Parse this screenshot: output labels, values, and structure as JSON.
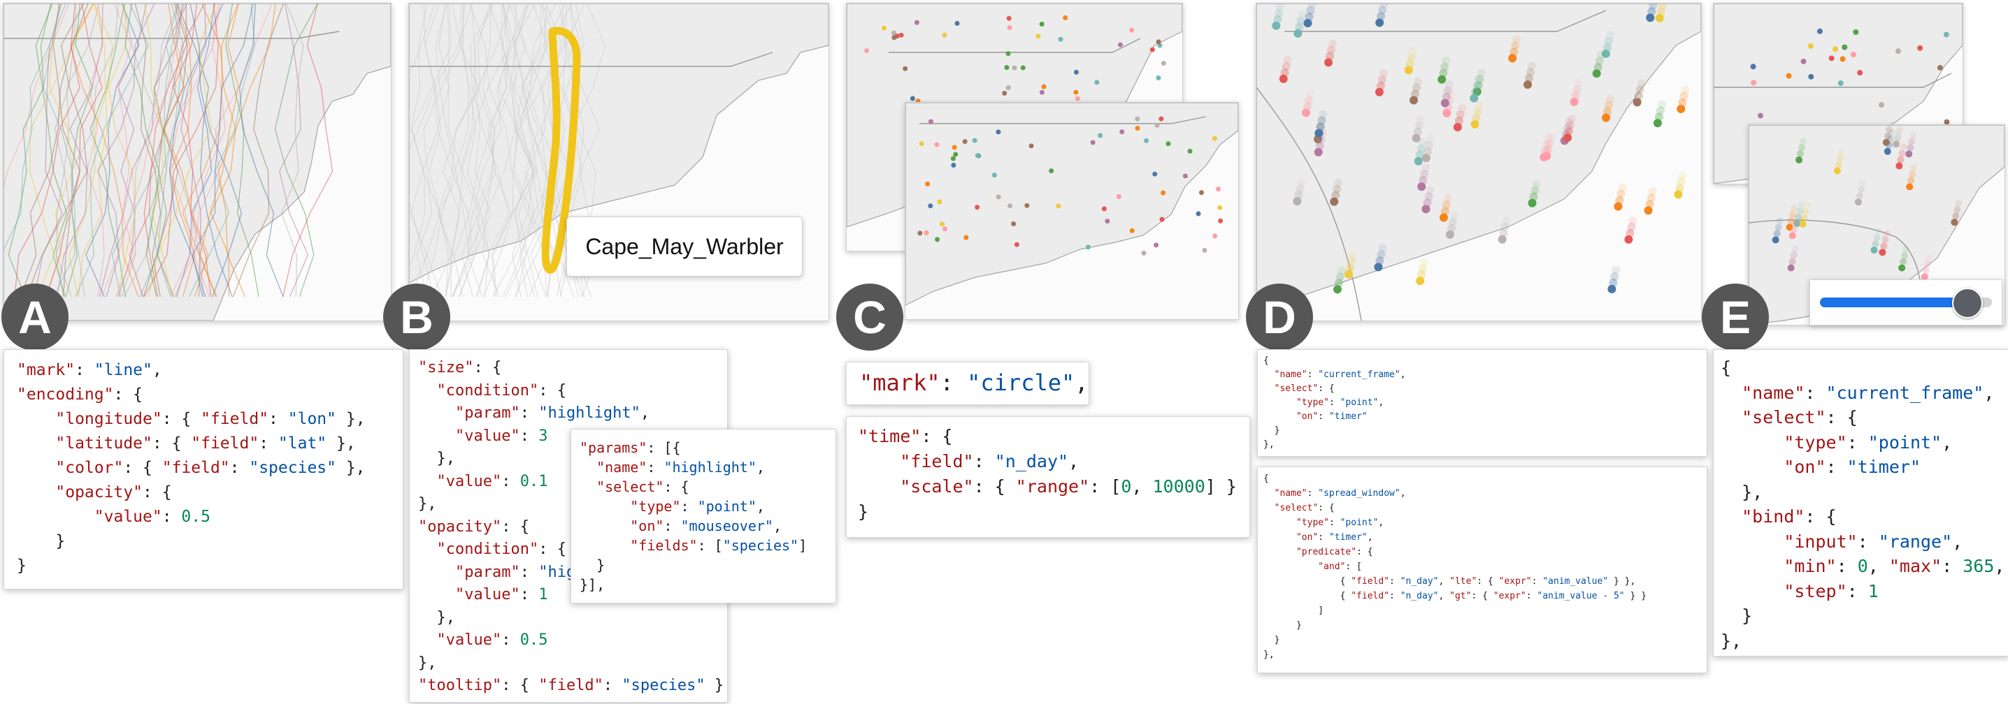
{
  "panels": {
    "A": {
      "badge": "A",
      "code": [
        [
          [
            "k",
            "\"mark\""
          ],
          [
            "p",
            ": "
          ],
          [
            "s",
            "\"line\""
          ],
          [
            "p",
            ","
          ]
        ],
        [
          [
            "k",
            "\"encoding\""
          ],
          [
            "p",
            ": {"
          ]
        ],
        [
          [
            "p",
            "    "
          ],
          [
            "k",
            "\"longitude\""
          ],
          [
            "p",
            ": { "
          ],
          [
            "k",
            "\"field\""
          ],
          [
            "p",
            ": "
          ],
          [
            "s",
            "\"lon\""
          ],
          [
            "p",
            " },"
          ]
        ],
        [
          [
            "p",
            "    "
          ],
          [
            "k",
            "\"latitude\""
          ],
          [
            "p",
            ": { "
          ],
          [
            "k",
            "\"field\""
          ],
          [
            "p",
            ": "
          ],
          [
            "s",
            "\"lat\""
          ],
          [
            "p",
            " },"
          ]
        ],
        [
          [
            "p",
            "    "
          ],
          [
            "k",
            "\"color\""
          ],
          [
            "p",
            ": { "
          ],
          [
            "k",
            "\"field\""
          ],
          [
            "p",
            ": "
          ],
          [
            "s",
            "\"species\""
          ],
          [
            "p",
            " },"
          ]
        ],
        [
          [
            "p",
            "    "
          ],
          [
            "k",
            "\"opacity\""
          ],
          [
            "p",
            ": {"
          ]
        ],
        [
          [
            "p",
            "        "
          ],
          [
            "k",
            "\"value\""
          ],
          [
            "p",
            ": "
          ],
          [
            "n",
            "0.5"
          ]
        ],
        [
          [
            "p",
            "    }"
          ]
        ],
        [
          [
            "p",
            "}"
          ]
        ]
      ]
    },
    "B": {
      "badge": "B",
      "tooltip": "Cape_May_Warbler",
      "code": [
        [
          [
            "k",
            "\"size\""
          ],
          [
            "p",
            ": {"
          ]
        ],
        [
          [
            "p",
            "  "
          ],
          [
            "k",
            "\"condition\""
          ],
          [
            "p",
            ": {"
          ]
        ],
        [
          [
            "p",
            "    "
          ],
          [
            "k",
            "\"param\""
          ],
          [
            "p",
            ": "
          ],
          [
            "s",
            "\"highlight\""
          ],
          [
            "p",
            ","
          ]
        ],
        [
          [
            "p",
            "    "
          ],
          [
            "k",
            "\"value\""
          ],
          [
            "p",
            ": "
          ],
          [
            "n",
            "3"
          ]
        ],
        [
          [
            "p",
            "  },"
          ]
        ],
        [
          [
            "p",
            "  "
          ],
          [
            "k",
            "\"value\""
          ],
          [
            "p",
            ": "
          ],
          [
            "n",
            "0.1"
          ]
        ],
        [
          [
            "p",
            "},"
          ]
        ],
        [
          [
            "k",
            "\"opacity\""
          ],
          [
            "p",
            ": {"
          ]
        ],
        [
          [
            "p",
            "  "
          ],
          [
            "k",
            "\"condition\""
          ],
          [
            "p",
            ": {"
          ]
        ],
        [
          [
            "p",
            "    "
          ],
          [
            "k",
            "\"param\""
          ],
          [
            "p",
            ": "
          ],
          [
            "s",
            "\"hig"
          ]
        ],
        [
          [
            "p",
            "    "
          ],
          [
            "k",
            "\"value\""
          ],
          [
            "p",
            ": "
          ],
          [
            "n",
            "1"
          ]
        ],
        [
          [
            "p",
            "  },"
          ]
        ],
        [
          [
            "p",
            "  "
          ],
          [
            "k",
            "\"value\""
          ],
          [
            "p",
            ": "
          ],
          [
            "n",
            "0.5"
          ]
        ],
        [
          [
            "p",
            "},"
          ]
        ],
        [
          [
            "k",
            "\"tooltip\""
          ],
          [
            "p",
            ": { "
          ],
          [
            "k",
            "\"field\""
          ],
          [
            "p",
            ": "
          ],
          [
            "s",
            "\"species\""
          ],
          [
            "p",
            " }"
          ]
        ]
      ],
      "params_code": [
        [
          [
            "k",
            "\"params\""
          ],
          [
            "p",
            ": [{"
          ]
        ],
        [
          [
            "p",
            "  "
          ],
          [
            "k",
            "\"name\""
          ],
          [
            "p",
            ": "
          ],
          [
            "s",
            "\"highlight\""
          ],
          [
            "p",
            ","
          ]
        ],
        [
          [
            "p",
            "  "
          ],
          [
            "k",
            "\"select\""
          ],
          [
            "p",
            ": {"
          ]
        ],
        [
          [
            "p",
            "      "
          ],
          [
            "k",
            "\"type\""
          ],
          [
            "p",
            ": "
          ],
          [
            "s",
            "\"point\""
          ],
          [
            "p",
            ","
          ]
        ],
        [
          [
            "p",
            "      "
          ],
          [
            "k",
            "\"on\""
          ],
          [
            "p",
            ": "
          ],
          [
            "s",
            "\"mouseover\""
          ],
          [
            "p",
            ","
          ]
        ],
        [
          [
            "p",
            "      "
          ],
          [
            "k",
            "\"fields\""
          ],
          [
            "p",
            ": ["
          ],
          [
            "s",
            "\"species\""
          ],
          [
            "p",
            "]"
          ]
        ],
        [
          [
            "p",
            "  }"
          ]
        ],
        [
          [
            "p",
            "}],"
          ]
        ]
      ]
    },
    "C": {
      "badge": "C",
      "mark_code": [
        [
          [
            "k",
            "\"mark\""
          ],
          [
            "p",
            ": "
          ],
          [
            "s",
            "\"circle\""
          ],
          [
            "p",
            ","
          ]
        ]
      ],
      "time_code": [
        [
          [
            "k",
            "\"time\""
          ],
          [
            "p",
            ": {"
          ]
        ],
        [
          [
            "p",
            "    "
          ],
          [
            "k",
            "\"field\""
          ],
          [
            "p",
            ": "
          ],
          [
            "s",
            "\"n_day\""
          ],
          [
            "p",
            ","
          ]
        ],
        [
          [
            "p",
            "    "
          ],
          [
            "k",
            "\"scale\""
          ],
          [
            "p",
            ": { "
          ],
          [
            "k",
            "\"range\""
          ],
          [
            "p",
            ": ["
          ],
          [
            "n",
            "0"
          ],
          [
            "p",
            ", "
          ],
          [
            "n",
            "10000"
          ],
          [
            "p",
            "] }"
          ]
        ],
        [
          [
            "p",
            "}"
          ]
        ]
      ]
    },
    "D": {
      "badge": "D",
      "code1": [
        [
          [
            "p",
            "{"
          ]
        ],
        [
          [
            "p",
            "  "
          ],
          [
            "k",
            "\"name\""
          ],
          [
            "p",
            ": "
          ],
          [
            "s",
            "\"current_frame\""
          ],
          [
            "p",
            ","
          ]
        ],
        [
          [
            "p",
            "  "
          ],
          [
            "k",
            "\"select\""
          ],
          [
            "p",
            ": {"
          ]
        ],
        [
          [
            "p",
            "      "
          ],
          [
            "k",
            "\"type\""
          ],
          [
            "p",
            ": "
          ],
          [
            "s",
            "\"point\""
          ],
          [
            "p",
            ","
          ]
        ],
        [
          [
            "p",
            "      "
          ],
          [
            "k",
            "\"on\""
          ],
          [
            "p",
            ": "
          ],
          [
            "s",
            "\"timer\""
          ]
        ],
        [
          [
            "p",
            "  }"
          ]
        ],
        [
          [
            "p",
            "},"
          ]
        ]
      ],
      "code2": [
        [
          [
            "p",
            "{"
          ]
        ],
        [
          [
            "p",
            "  "
          ],
          [
            "k",
            "\"name\""
          ],
          [
            "p",
            ": "
          ],
          [
            "s",
            "\"spread_window\""
          ],
          [
            "p",
            ","
          ]
        ],
        [
          [
            "p",
            "  "
          ],
          [
            "k",
            "\"select\""
          ],
          [
            "p",
            ": {"
          ]
        ],
        [
          [
            "p",
            "      "
          ],
          [
            "k",
            "\"type\""
          ],
          [
            "p",
            ": "
          ],
          [
            "s",
            "\"point\""
          ],
          [
            "p",
            ","
          ]
        ],
        [
          [
            "p",
            "      "
          ],
          [
            "k",
            "\"on\""
          ],
          [
            "p",
            ": "
          ],
          [
            "s",
            "\"timer\""
          ],
          [
            "p",
            ","
          ]
        ],
        [
          [
            "p",
            "      "
          ],
          [
            "k",
            "\"predicate\""
          ],
          [
            "p",
            ": {"
          ]
        ],
        [
          [
            "p",
            "          "
          ],
          [
            "k",
            "\"and\""
          ],
          [
            "p",
            ": ["
          ]
        ],
        [
          [
            "p",
            "              { "
          ],
          [
            "k",
            "\"field\""
          ],
          [
            "p",
            ": "
          ],
          [
            "s",
            "\"n_day\""
          ],
          [
            "p",
            ", "
          ],
          [
            "k",
            "\"lte\""
          ],
          [
            "p",
            ": { "
          ],
          [
            "k",
            "\"expr\""
          ],
          [
            "p",
            ": "
          ],
          [
            "s",
            "\"anim_value\""
          ],
          [
            "p",
            " } },"
          ]
        ],
        [
          [
            "p",
            "              { "
          ],
          [
            "k",
            "\"field\""
          ],
          [
            "p",
            ": "
          ],
          [
            "s",
            "\"n_day\""
          ],
          [
            "p",
            ", "
          ],
          [
            "k",
            "\"gt\""
          ],
          [
            "p",
            ": { "
          ],
          [
            "k",
            "\"expr\""
          ],
          [
            "p",
            ": "
          ],
          [
            "s",
            "\"anim_value - 5\""
          ],
          [
            "p",
            " } }"
          ]
        ],
        [
          [
            "p",
            "          ]"
          ]
        ],
        [
          [
            "p",
            "      }"
          ]
        ],
        [
          [
            "p",
            "  }"
          ]
        ],
        [
          [
            "p",
            "},"
          ]
        ]
      ]
    },
    "E": {
      "badge": "E",
      "slider_fraction": 0.85,
      "code": [
        [
          [
            "p",
            "{"
          ]
        ],
        [
          [
            "p",
            "  "
          ],
          [
            "k",
            "\"name\""
          ],
          [
            "p",
            ": "
          ],
          [
            "s",
            "\"current_frame\""
          ],
          [
            "p",
            ","
          ]
        ],
        [
          [
            "p",
            "  "
          ],
          [
            "k",
            "\"select\""
          ],
          [
            "p",
            ": {"
          ]
        ],
        [
          [
            "p",
            "      "
          ],
          [
            "k",
            "\"type\""
          ],
          [
            "p",
            ": "
          ],
          [
            "s",
            "\"point\""
          ],
          [
            "p",
            ","
          ]
        ],
        [
          [
            "p",
            "      "
          ],
          [
            "k",
            "\"on\""
          ],
          [
            "p",
            ": "
          ],
          [
            "s",
            "\"timer\""
          ]
        ],
        [
          [
            "p",
            "  },"
          ]
        ],
        [
          [
            "p",
            "  "
          ],
          [
            "k",
            "\"bind\""
          ],
          [
            "p",
            ": {"
          ]
        ],
        [
          [
            "p",
            "      "
          ],
          [
            "k",
            "\"input\""
          ],
          [
            "p",
            ": "
          ],
          [
            "s",
            "\"range\""
          ],
          [
            "p",
            ","
          ]
        ],
        [
          [
            "p",
            "      "
          ],
          [
            "k",
            "\"min\""
          ],
          [
            "p",
            ": "
          ],
          [
            "n",
            "0"
          ],
          [
            "p",
            ", "
          ],
          [
            "k",
            "\"max\""
          ],
          [
            "p",
            ": "
          ],
          [
            "n",
            "365"
          ],
          [
            "p",
            ","
          ]
        ],
        [
          [
            "p",
            "      "
          ],
          [
            "k",
            "\"step\""
          ],
          [
            "p",
            ": "
          ],
          [
            "n",
            "1"
          ]
        ],
        [
          [
            "p",
            "  }"
          ]
        ],
        [
          [
            "p",
            "},"
          ]
        ]
      ]
    }
  },
  "colors": {
    "key": "#a31515",
    "string": "#0451a5",
    "number": "#098658",
    "badge": "#565656",
    "highlight_track": "#f0c419",
    "slider_fill": "#1a73e8",
    "land": "#ececec",
    "border": "#9a9a9a"
  },
  "point_palette": [
    "#e45756",
    "#4c78a8",
    "#f58518",
    "#54a24b",
    "#eeca3b",
    "#b279a2",
    "#ff9da6",
    "#9d755d",
    "#72b7b2",
    "#bab0ac"
  ]
}
